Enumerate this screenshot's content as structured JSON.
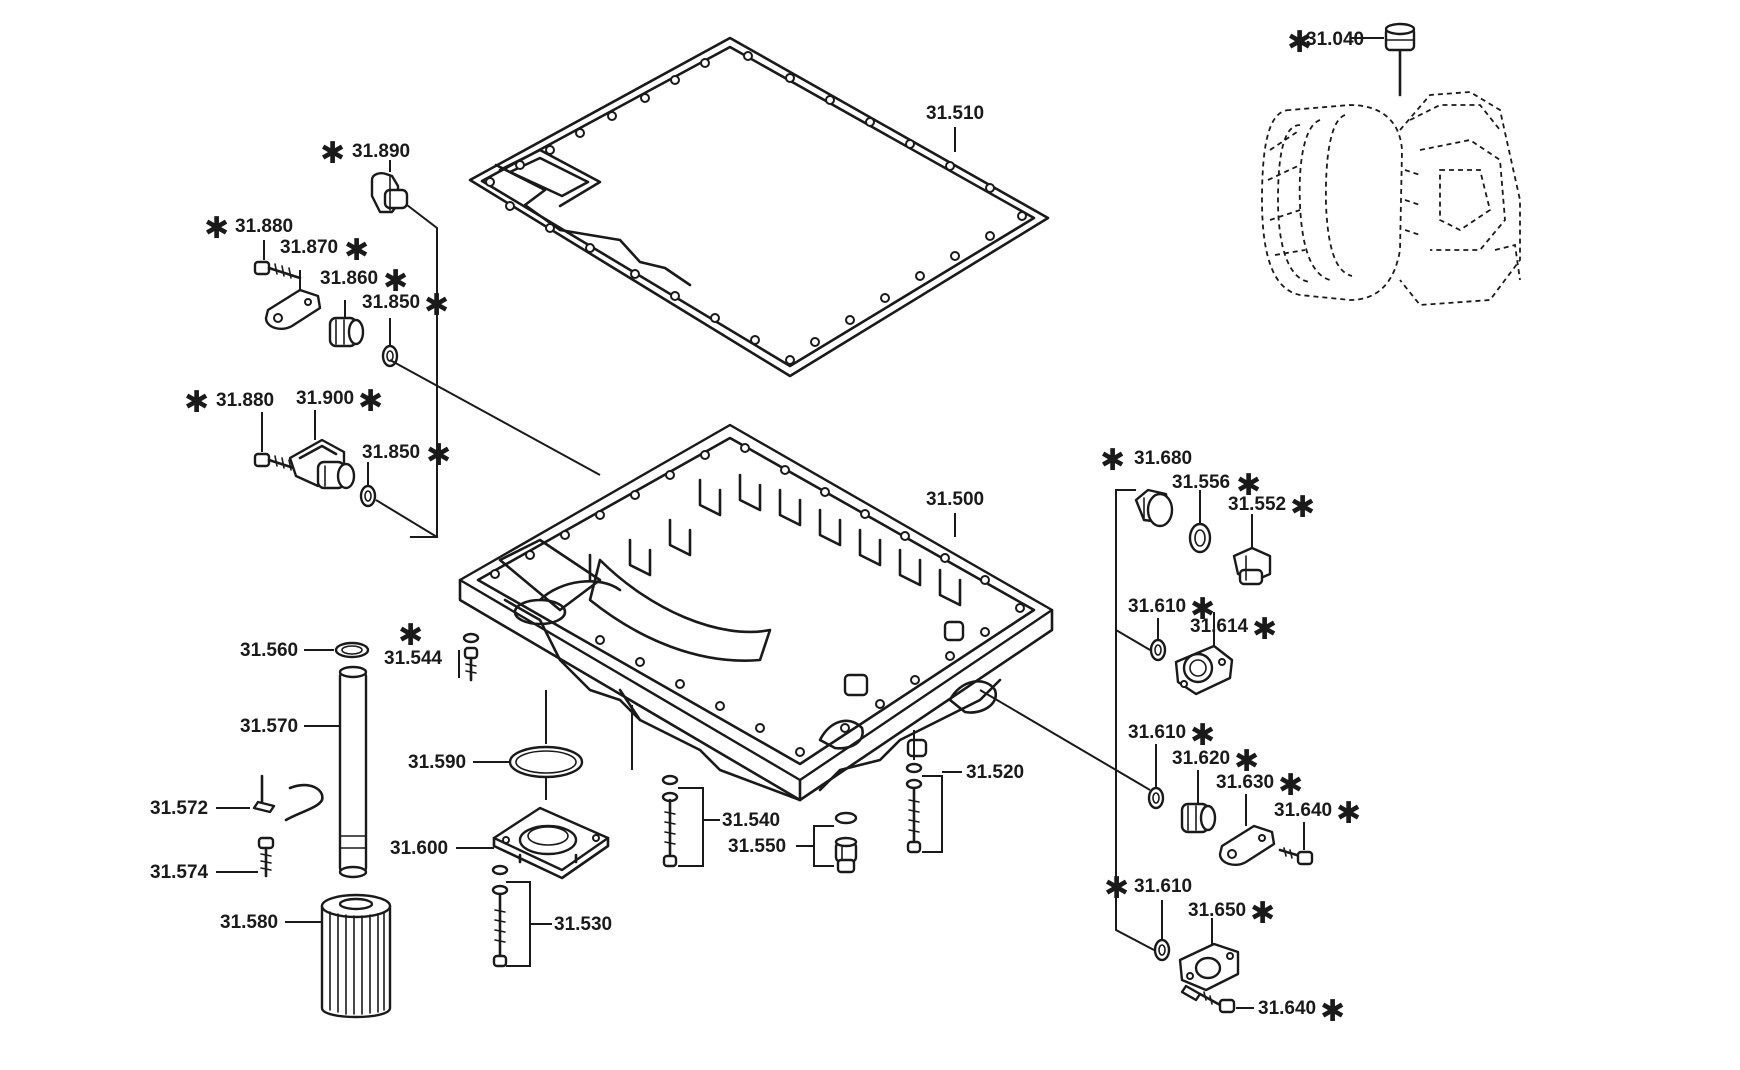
{
  "diagram": {
    "labels": [
      {
        "id": "31.040",
        "text": "31.040",
        "starred": true
      },
      {
        "id": "31.510",
        "text": "31.510",
        "starred": false
      },
      {
        "id": "31.890",
        "text": "31.890",
        "starred": true
      },
      {
        "id": "31.880a",
        "text": "31.880",
        "starred": true
      },
      {
        "id": "31.870",
        "text": "31.870",
        "starred": true
      },
      {
        "id": "31.860",
        "text": "31.860",
        "starred": true
      },
      {
        "id": "31.850a",
        "text": "31.850",
        "starred": true
      },
      {
        "id": "31.880b",
        "text": "31.880",
        "starred": true
      },
      {
        "id": "31.900",
        "text": "31.900",
        "starred": true
      },
      {
        "id": "31.850b",
        "text": "31.850",
        "starred": true
      },
      {
        "id": "31.500",
        "text": "31.500",
        "starred": false
      },
      {
        "id": "31.680",
        "text": "31.680",
        "starred": true
      },
      {
        "id": "31.556",
        "text": "31.556",
        "starred": true
      },
      {
        "id": "31.552",
        "text": "31.552",
        "starred": true
      },
      {
        "id": "31.610a",
        "text": "31.610",
        "starred": true
      },
      {
        "id": "31.614",
        "text": "31.614",
        "starred": true
      },
      {
        "id": "31.610b",
        "text": "31.610",
        "starred": true
      },
      {
        "id": "31.620",
        "text": "31.620",
        "starred": true
      },
      {
        "id": "31.630",
        "text": "31.630",
        "starred": true
      },
      {
        "id": "31.640a",
        "text": "31.640",
        "starred": true
      },
      {
        "id": "31.610c",
        "text": "31.610",
        "starred": true
      },
      {
        "id": "31.650",
        "text": "31.650",
        "starred": true
      },
      {
        "id": "31.640b",
        "text": "31.640",
        "starred": true
      },
      {
        "id": "31.560",
        "text": "31.560",
        "starred": false
      },
      {
        "id": "31.544",
        "text": "31.544",
        "starred": true
      },
      {
        "id": "31.570",
        "text": "31.570",
        "starred": false
      },
      {
        "id": "31.590",
        "text": "31.590",
        "starred": false
      },
      {
        "id": "31.520",
        "text": "31.520",
        "starred": false
      },
      {
        "id": "31.572",
        "text": "31.572",
        "starred": false
      },
      {
        "id": "31.540",
        "text": "31.540",
        "starred": false
      },
      {
        "id": "31.600",
        "text": "31.600",
        "starred": false
      },
      {
        "id": "31.550",
        "text": "31.550",
        "starred": false
      },
      {
        "id": "31.574",
        "text": "31.574",
        "starred": false
      },
      {
        "id": "31.580",
        "text": "31.580",
        "starred": false
      },
      {
        "id": "31.530",
        "text": "31.530",
        "starred": false
      }
    ],
    "star_glyph": "✱",
    "colors": {
      "ink": "#1a1a1a",
      "paper": "#ffffff"
    }
  }
}
